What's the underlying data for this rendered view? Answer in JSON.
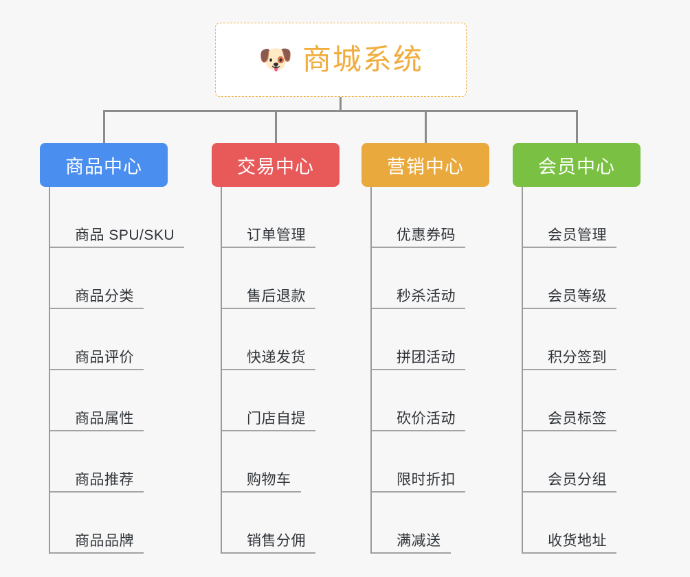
{
  "canvas": {
    "background_color": "#f7f7f7",
    "connector_color": "#8c8c8c"
  },
  "root": {
    "icon": "shiba-dog-face-emoji",
    "icon_glyph": "🐶",
    "title": "商城系统",
    "title_color": "#f0ad3e",
    "border_color": "#f0b24c",
    "background_color": "#ffffff"
  },
  "branches": [
    {
      "id": "product-center",
      "label": "商品中心",
      "color": "#4a8ef0",
      "items": [
        "商品 SPU/SKU",
        "商品分类",
        "商品评价",
        "商品属性",
        "商品推荐",
        "商品品牌"
      ]
    },
    {
      "id": "trade-center",
      "label": "交易中心",
      "color": "#e8595a",
      "items": [
        "订单管理",
        "售后退款",
        "快递发货",
        "门店自提",
        "购物车",
        "销售分佣"
      ]
    },
    {
      "id": "marketing-center",
      "label": "营销中心",
      "color": "#eaa93c",
      "items": [
        "优惠券码",
        "秒杀活动",
        "拼团活动",
        "砍价活动",
        "限时折扣",
        "满减送"
      ]
    },
    {
      "id": "member-center",
      "label": "会员中心",
      "color": "#7ac143",
      "items": [
        "会员管理",
        "会员等级",
        "积分签到",
        "会员标签",
        "会员分组",
        "收货地址"
      ]
    }
  ]
}
